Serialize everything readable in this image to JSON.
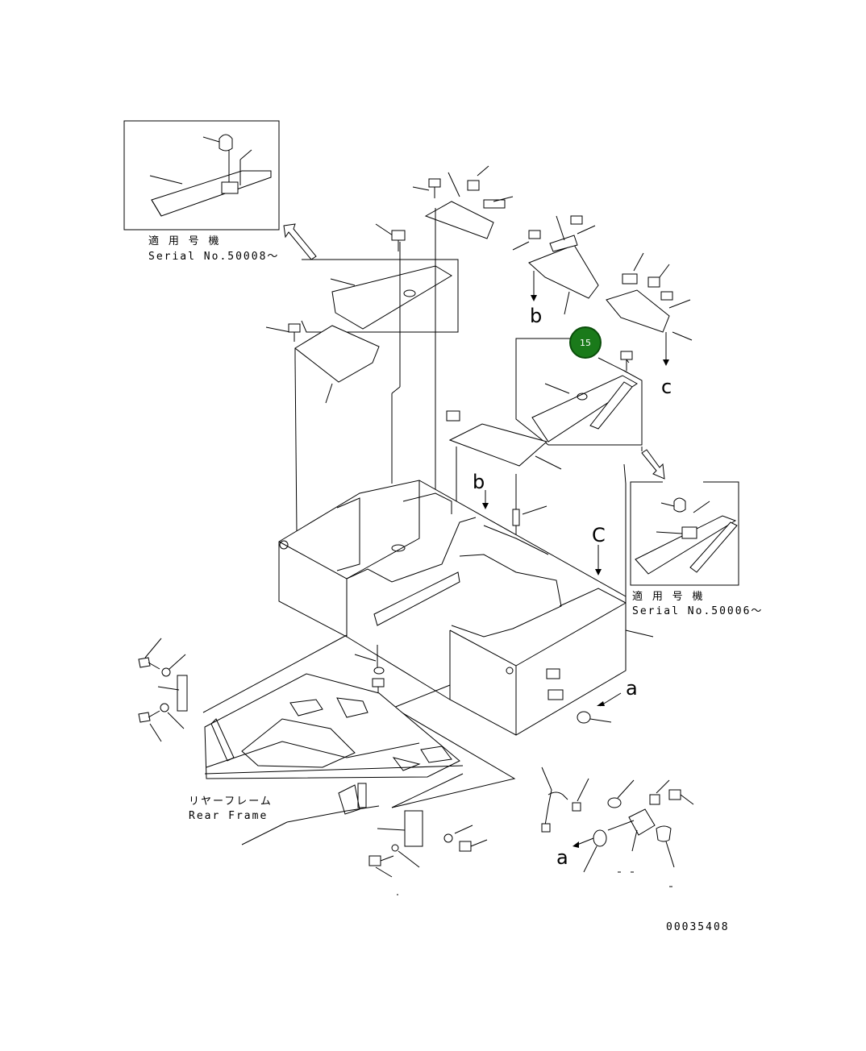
{
  "labels": {
    "applies_to_1": "適 用 号 機",
    "serial_1": "Serial No.50008～",
    "applies_to_2": "適 用 号 機",
    "serial_2": "Serial No.50006～",
    "rear_frame_jp": "リヤーフレーム",
    "rear_frame_en": "Rear Frame",
    "drawing_number": "00035408"
  },
  "view_letters": {
    "b_top": "b",
    "c_top": "c",
    "b_mid": "b",
    "c_mid": "C",
    "a_right": "a",
    "a_bottom": "a"
  },
  "callouts": [
    {
      "number": "15",
      "color": "#1a7a1a",
      "border": "#0b4d0b"
    }
  ]
}
